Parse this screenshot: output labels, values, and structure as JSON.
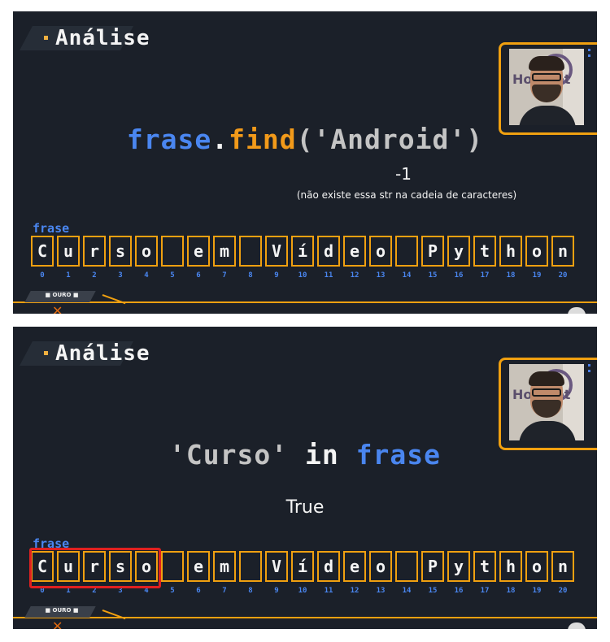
{
  "slides": [
    {
      "header": {
        "title": "Análise"
      },
      "expression": {
        "part1": "frase",
        "part2": ".",
        "part3": "find",
        "part4": "('Android')"
      },
      "result": "-1",
      "note": "(não existe essa str na cadeia de caracteres)",
      "footer": {
        "tag": "■ OURO ■"
      }
    },
    {
      "header": {
        "title": "Análise"
      },
      "expression": {
        "part1": "'Curso'",
        "part2": " in ",
        "part3": "frase"
      },
      "result": "True",
      "footer": {
        "tag": "■ OURO ■"
      }
    }
  ],
  "string_view": {
    "variable": "frase",
    "chars": [
      "C",
      "u",
      "r",
      "s",
      "o",
      " ",
      "e",
      "m",
      " ",
      "V",
      "í",
      "d",
      "e",
      "o",
      " ",
      "P",
      "y",
      "t",
      "h",
      "o",
      "n"
    ],
    "indices": [
      "0",
      "1",
      "2",
      "3",
      "4",
      "5",
      "6",
      "7",
      "8",
      "9",
      "10",
      "11",
      "12",
      "13",
      "14",
      "15",
      "16",
      "17",
      "18",
      "19",
      "20"
    ]
  },
  "webcam": {
    "watermark": "Hostnet"
  },
  "colors": {
    "background": "#1b2029",
    "accent_orange": "#f0a010",
    "keyword_blue": "#4a86f0",
    "highlight_red": "#e02020"
  }
}
